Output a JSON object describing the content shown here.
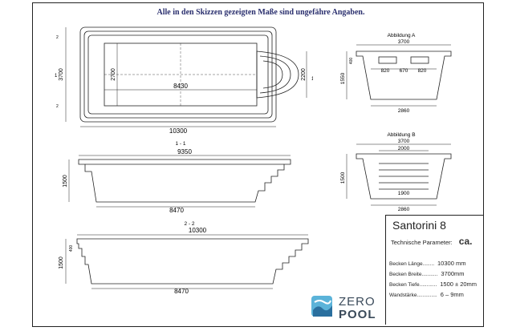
{
  "header": {
    "note": "Alle in den Skizzen gezeigten Maße sind ungefähre Angaben."
  },
  "plan_view": {
    "dim_total_length": "10300",
    "dim_inner_length": "8430",
    "dim_width": "3700",
    "dim_inner_width": "2700",
    "dim_step_width": "2200",
    "marker_left": "1",
    "marker_right": "1",
    "marker_top_left": "2",
    "marker_bottom_left": "2"
  },
  "section_1": {
    "label": "1 - 1",
    "dim_top": "9350",
    "dim_bottom": "8470",
    "dim_depth": "1500"
  },
  "section_2": {
    "label": "2 - 2",
    "dim_top": "10300",
    "dim_bottom": "8470",
    "dim_depth": "1500",
    "dim_step": "400"
  },
  "detail_a": {
    "title": "Abbildung A",
    "dim_top": "3700",
    "dim_bottom": "2860",
    "dim_depth": "1550",
    "dim_step_h": "400",
    "dim_left": "820",
    "dim_mid": "670",
    "dim_right": "820"
  },
  "detail_b": {
    "title": "Abbildung B",
    "dim_top": "3700",
    "dim_inner_top": "2000",
    "dim_inner_bottom": "1900",
    "dim_bottom": "2860",
    "dim_depth": "1500"
  },
  "title_block": {
    "model": "Santorini 8",
    "params_label": "Technische Parameter:",
    "params_approx": "ca.",
    "rows": [
      {
        "label": "Becken Länge........",
        "value": "10300 mm"
      },
      {
        "label": "Becken Breite...........",
        "value": "3700mm"
      },
      {
        "label": "Becken Tiefe............",
        "value": "1500 ± 20mm"
      },
      {
        "label": "Wandstärke..............",
        "value": "6 – 9mm"
      }
    ]
  },
  "logo": {
    "line1": "ZERO",
    "line2": "POOL",
    "colors": {
      "light": "#5bb3d9",
      "dark": "#2a6f9e"
    }
  }
}
